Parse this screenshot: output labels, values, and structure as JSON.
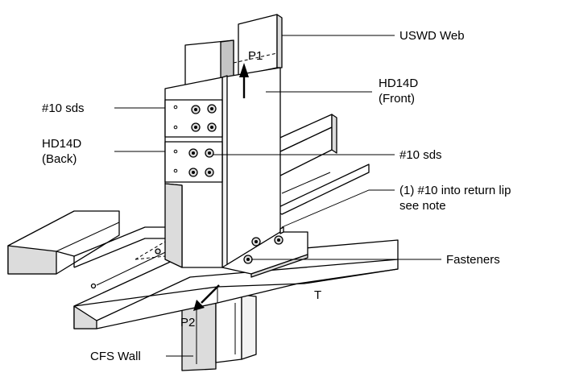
{
  "labels": {
    "uswd_web": "USWD Web",
    "p1": "P1",
    "hd14d_front_line1": "HD14D",
    "hd14d_front_line2": "(Front)",
    "sds_upper": "#10 sds",
    "hd14d_back_line1": "HD14D",
    "hd14d_back_line2": "(Back)",
    "sds_lower": "#10 sds",
    "return_lip_line1": "(1) #10 into return lip",
    "return_lip_line2": "see note",
    "fasteners": "Fasteners",
    "t_marker": "T",
    "p2": "P2",
    "cfs_wall": "CFS Wall"
  }
}
